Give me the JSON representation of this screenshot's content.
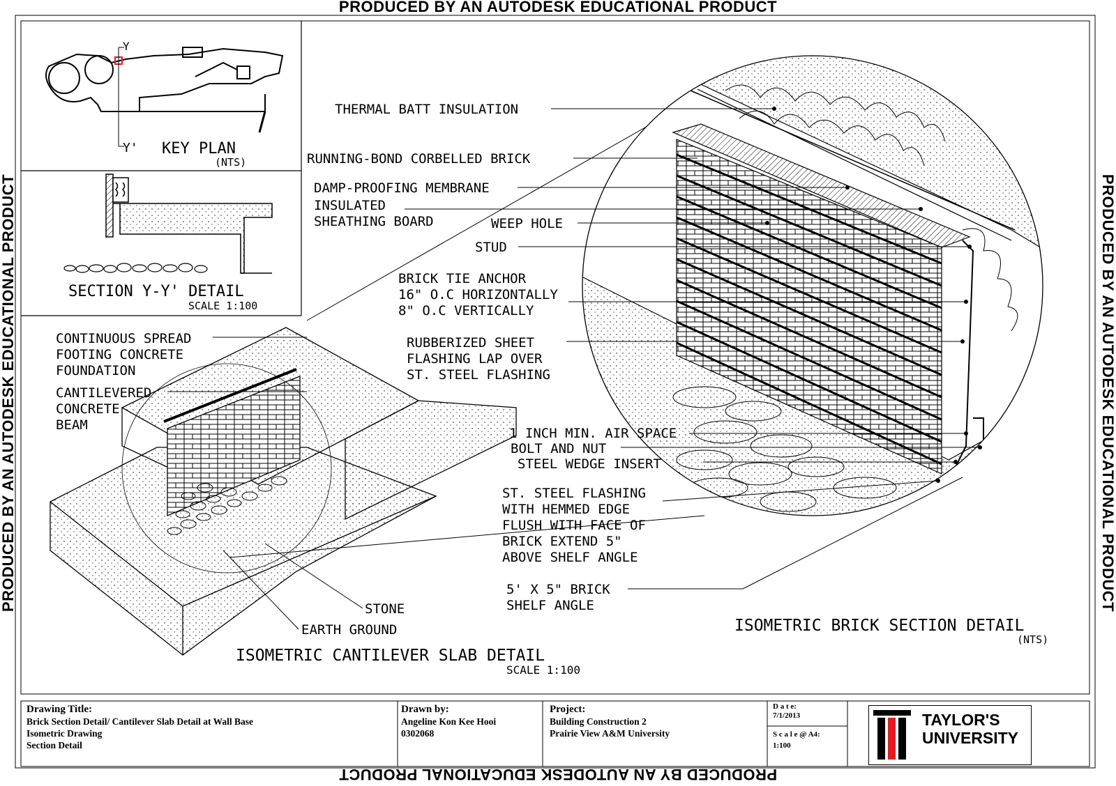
{
  "watermark": "PRODUCED BY AN AUTODESK EDUCATIONAL PRODUCT",
  "key_plan": {
    "title": "KEY PLAN",
    "scale": "(NTS)",
    "mark_y": "Y",
    "mark_y_prime": "Y'"
  },
  "section_yy": {
    "title": "SECTION Y-Y' DETAIL",
    "scale": "SCALE 1:100"
  },
  "cantilever": {
    "labels": [
      "CONTINUOUS SPREAD",
      "FOOTING CONCRETE",
      "FOUNDATION",
      "CANTILEVERED",
      "CONCRETE",
      "BEAM",
      "STONE",
      "EARTH GROUND"
    ],
    "title": "ISOMETRIC CANTILEVER SLAB DETAIL",
    "scale": "SCALE 1:100"
  },
  "brick": {
    "labels": [
      "THERMAL BATT INSULATION",
      "RUNNING-BOND CORBELLED BRICK",
      "DAMP-PROOFING MEMBRANE",
      "INSULATED",
      "SHEATHING BOARD",
      "WEEP HOLE",
      "STUD",
      "BRICK TIE ANCHOR",
      "16\" O.C HORIZONTALLY",
      "8\" O.C VERTICALLY",
      "RUBBERIZED SHEET",
      "FLASHING LAP OVER",
      "ST. STEEL FLASHING",
      "1 INCH MIN. AIR SPACE",
      "BOLT AND NUT",
      "STEEL WEDGE INSERT",
      "ST. STEEL FLASHING",
      "WITH HEMMED EDGE",
      "FLUSH WITH FACE OF",
      "BRICK EXTEND 5\"",
      "ABOVE SHELF ANGLE",
      "5' X 5\" BRICK",
      "SHELF ANGLE"
    ],
    "title": "ISOMETRIC BRICK SECTION DETAIL",
    "scale": "(NTS)"
  },
  "title_block": {
    "drawing_title_label": "Drawing Title:",
    "drawing_title_lines": [
      "Brick Section Detail/ Cantilever Slab Detail at Wall Base",
      "Isometric Drawing",
      "Section Detail"
    ],
    "drawn_by_label": "Drawn by:",
    "drawn_by_name": "Angeline Kon Kee Hooi",
    "drawn_by_id": "0302068",
    "project_label": "Project:",
    "project_lines": [
      "Building Construction 2",
      "Prairie View A&M University"
    ],
    "date_label": "D a t e:",
    "date_value": "7/1/2013",
    "scale_label": "S c a l e @ A4:",
    "scale_value": "1:100",
    "logo_line1": "TAYLOR'S",
    "logo_line2": "UNIVERSITY",
    "logo_color": "#e11b22"
  }
}
